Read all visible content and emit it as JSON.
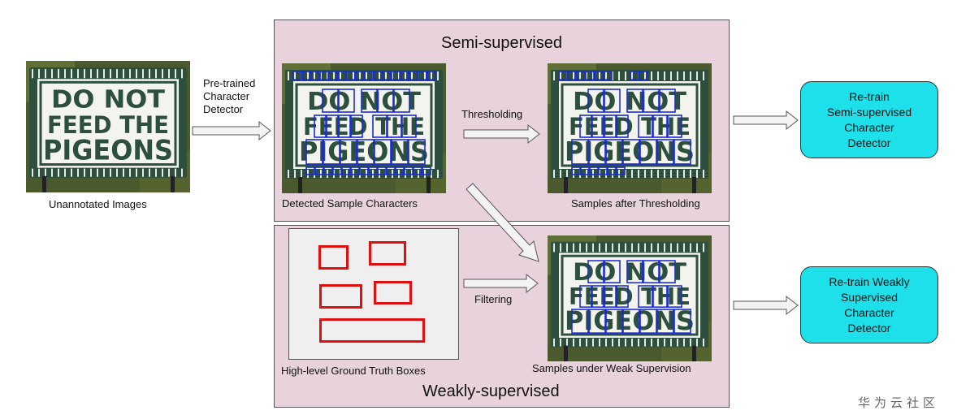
{
  "input": {
    "caption": "Unannotated Images"
  },
  "detector_label": "Pre-trained\nCharacter\nDetector",
  "sign_text": [
    "DO NOT",
    "FEED THE",
    "PIGEONS"
  ],
  "semi": {
    "title": "Semi-supervised",
    "detected_caption": "Detected Sample Characters",
    "thresholding_label": "Thresholding",
    "thresholded_caption": "Samples after Thresholding"
  },
  "weak": {
    "title": "Weakly-supervised",
    "gt_caption": "High-level Ground Truth Boxes",
    "filtering_label": "Filtering",
    "weak_caption": "Samples under Weak Supervision"
  },
  "outputs": {
    "semi_label": "Re-train\nSemi-supervised\nCharacter\nDetector",
    "weak_label": "Re-train Weakly\nSupervised\nCharacter\nDetector"
  },
  "watermark": "华为云社区",
  "colors": {
    "panel": "#e8d3dc",
    "output_box": "#1ee0ea",
    "detection": "#1a2bd8",
    "ground_truth": "#e01010",
    "sign_green": "#2d4f3e"
  }
}
